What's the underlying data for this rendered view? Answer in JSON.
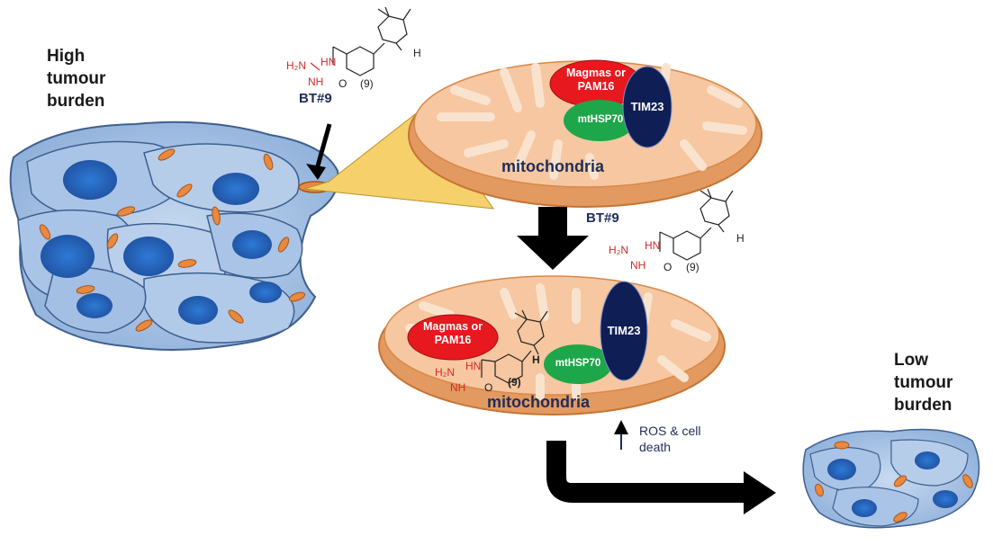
{
  "high_burden": [
    "High",
    "tumour",
    "burden"
  ],
  "low_burden": [
    "Low",
    "tumour",
    "burden"
  ],
  "drug_label": "BT#9",
  "compound_number": "(9)",
  "mitochondria_label": "mitochondria",
  "proteins": {
    "magmas": [
      "Magmas or",
      "PAM16"
    ],
    "tim23": "TIM23",
    "mthsp70": "mtHSP70"
  },
  "outcome": [
    "ROS & cell",
    "death"
  ],
  "outcome_arrow": "↑",
  "chem": {
    "h2n": "H₂N",
    "nh": "NH",
    "hn": "HN",
    "o": "O",
    "h": "H"
  },
  "colors": {
    "cell_fill": "#9fbde0",
    "nucleus": "#2f6fbf",
    "mito_fill": "#f3b48a",
    "mito_edge": "#d8843f",
    "magmas": "#e8181f",
    "mthsp70": "#1ea64a",
    "tim23": "#0f1f55",
    "zoom_cone": "#f7d36a",
    "arrow": "#000000"
  }
}
